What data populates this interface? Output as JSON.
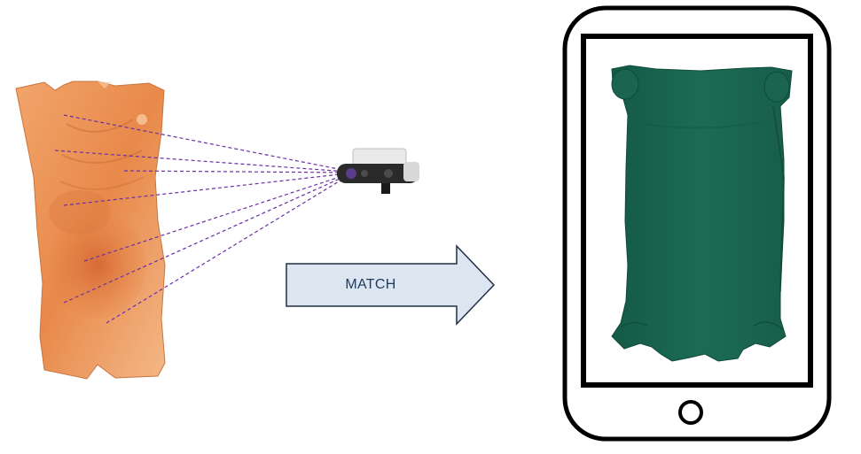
{
  "match_arrow": {
    "label": "MATCH",
    "fill_color": "#dde6f0",
    "stroke_color": "#1f2f45"
  },
  "torso_phantom": {
    "icon": "torso-phantom-image",
    "color": "#e8894a"
  },
  "depth_camera": {
    "icon": "depth-camera-icon"
  },
  "scan_rays": {
    "count": 7,
    "color": "#6b2fa6",
    "style": "dashed"
  },
  "tablet": {
    "icon": "tablet-device-icon",
    "frame_color": "#000000"
  },
  "torso_model": {
    "icon": "3d-torso-surface-model",
    "color": "#1c6b55"
  }
}
